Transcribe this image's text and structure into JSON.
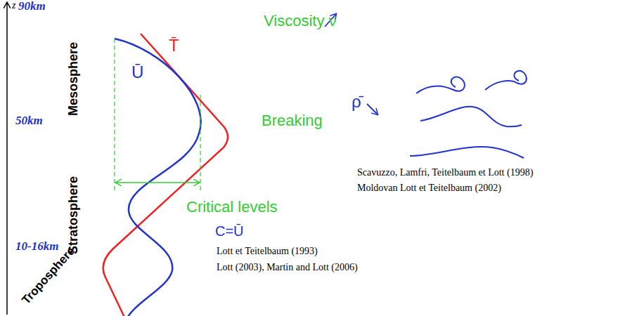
{
  "diagram": {
    "labels": [
      "z",
      "90km",
      "Mesosphere",
      "50km",
      "Stratosphere",
      "10-16km",
      "Troposphere",
      "T̄",
      "Ū",
      "Viscosity ν",
      "Breaking",
      "ρ̄",
      "Critical levels",
      "C=Ū",
      "Scavuzzo, Lamfri, Teitelbaum et Lott (1998)",
      "Moldovan Lott et Teitelbaum (2002)",
      "Lott et Teitelbaum (1993)",
      "Lott (2003), Martin and Lott (2006)"
    ]
  }
}
